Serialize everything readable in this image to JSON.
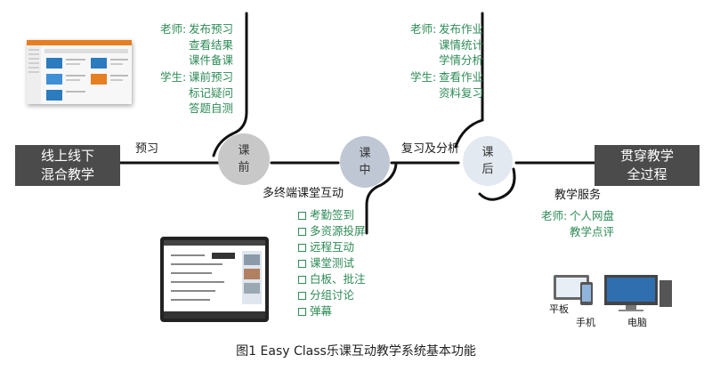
{
  "left_box": {
    "line1": "线上线下",
    "line2": "混合教学"
  },
  "right_box": {
    "line1": "贯穿教学",
    "line2": "全过程"
  },
  "stages": [
    {
      "line1": "课",
      "line2": "前"
    },
    {
      "line1": "课",
      "line2": "中"
    },
    {
      "line1": "课",
      "line2": "后"
    }
  ],
  "connector_labels": {
    "preview": "预习",
    "multi_terminal": "多终端课堂互动",
    "review": "复习及分析",
    "service": "教学服务"
  },
  "pre_class": {
    "teacher_label": "老师:",
    "teacher_items": [
      "发布预习",
      "查看结果",
      "课件备课"
    ],
    "student_label": "学生:",
    "student_items": [
      "课前预习",
      "标记疑问",
      "答题自测"
    ]
  },
  "post_class": {
    "teacher_label": "老师:",
    "teacher_items": [
      "发布作业",
      "课情统计",
      "学情分析"
    ],
    "student_label": "学生:",
    "student_items": [
      "查看作业",
      "资料复习"
    ]
  },
  "in_class_items": [
    "考勤签到",
    "多资源投屏",
    "远程互动",
    "课堂测试",
    "白板、批注",
    "分组讨论",
    "弹幕"
  ],
  "service": {
    "teacher_label": "老师:",
    "items": [
      "个人网盘",
      "教学点评"
    ]
  },
  "devices": {
    "tablet": "平板",
    "phone": "手机",
    "computer": "电脑"
  },
  "caption": "图1   Easy Class乐课互动教学系统基本功能",
  "colors": {
    "green_text": "#2e8b57",
    "dark_box": "#4b4b4b",
    "line": "#111111"
  }
}
